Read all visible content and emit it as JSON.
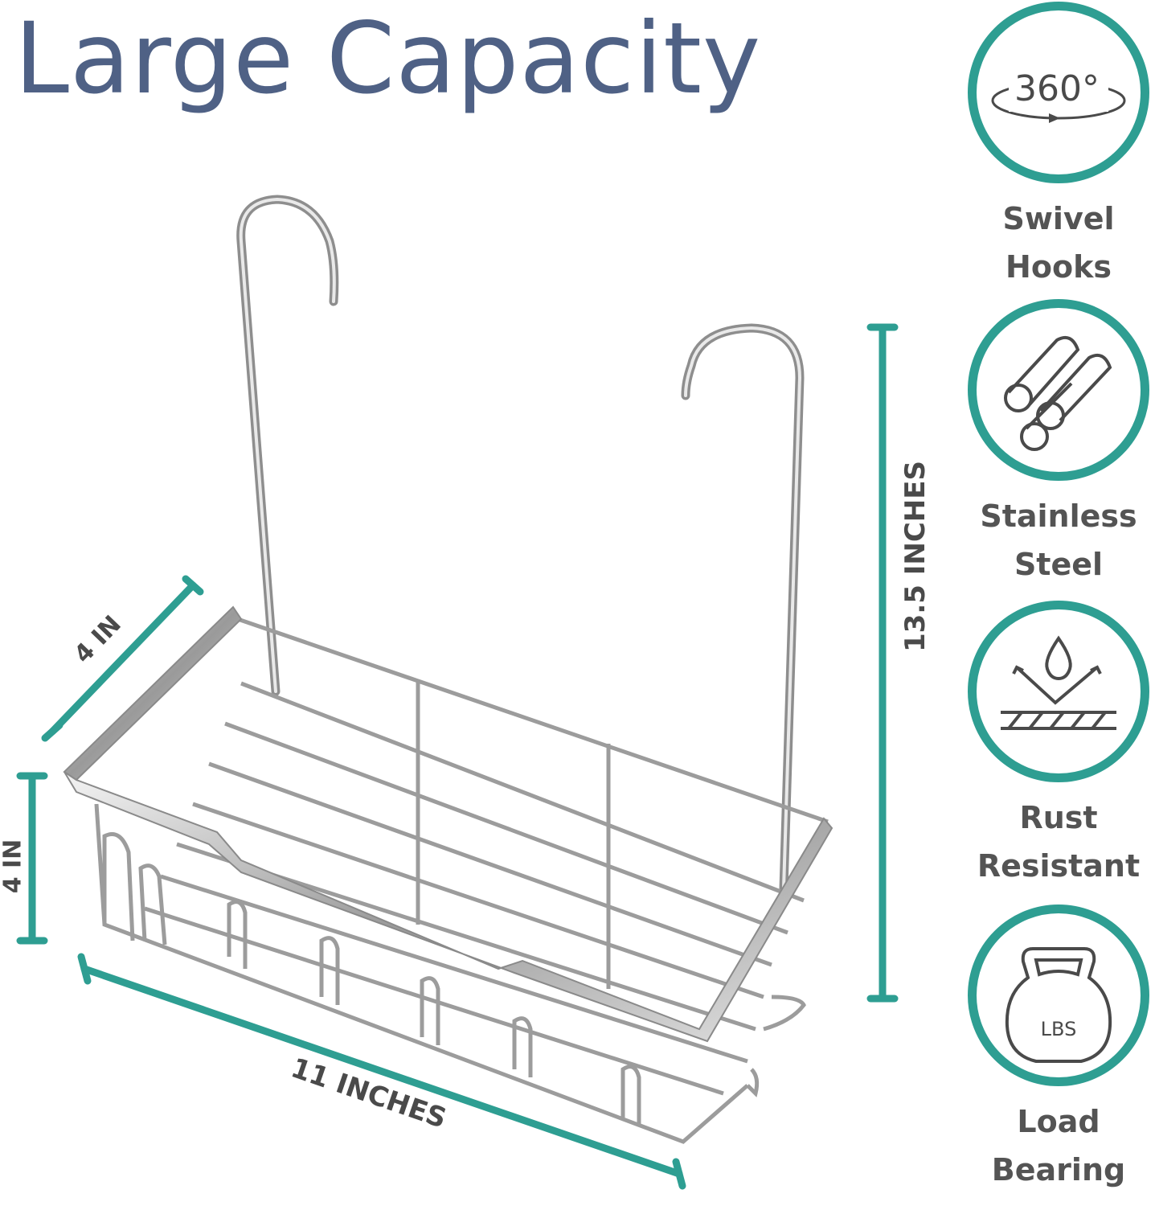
{
  "title": "Large Capacity",
  "dimensions": {
    "depth": "4 IN",
    "height_basket": "4 IN",
    "width": "11 INCHES",
    "height_total": "13.5 INCHES"
  },
  "features": [
    {
      "icon": "swivel-360-icon",
      "icon_text": "360°",
      "line1": "Swivel",
      "line2": "Hooks"
    },
    {
      "icon": "steel-tubes-icon",
      "icon_text": "",
      "line1": "Stainless",
      "line2": "Steel"
    },
    {
      "icon": "water-repel-icon",
      "icon_text": "",
      "line1": "Rust",
      "line2": "Resistant"
    },
    {
      "icon": "kettlebell-icon",
      "icon_text": "LBS",
      "line1": "Load",
      "line2": "Bearing"
    }
  ],
  "colors": {
    "accent": "#2e9e92",
    "title": "#4f6185",
    "text": "#545454"
  }
}
